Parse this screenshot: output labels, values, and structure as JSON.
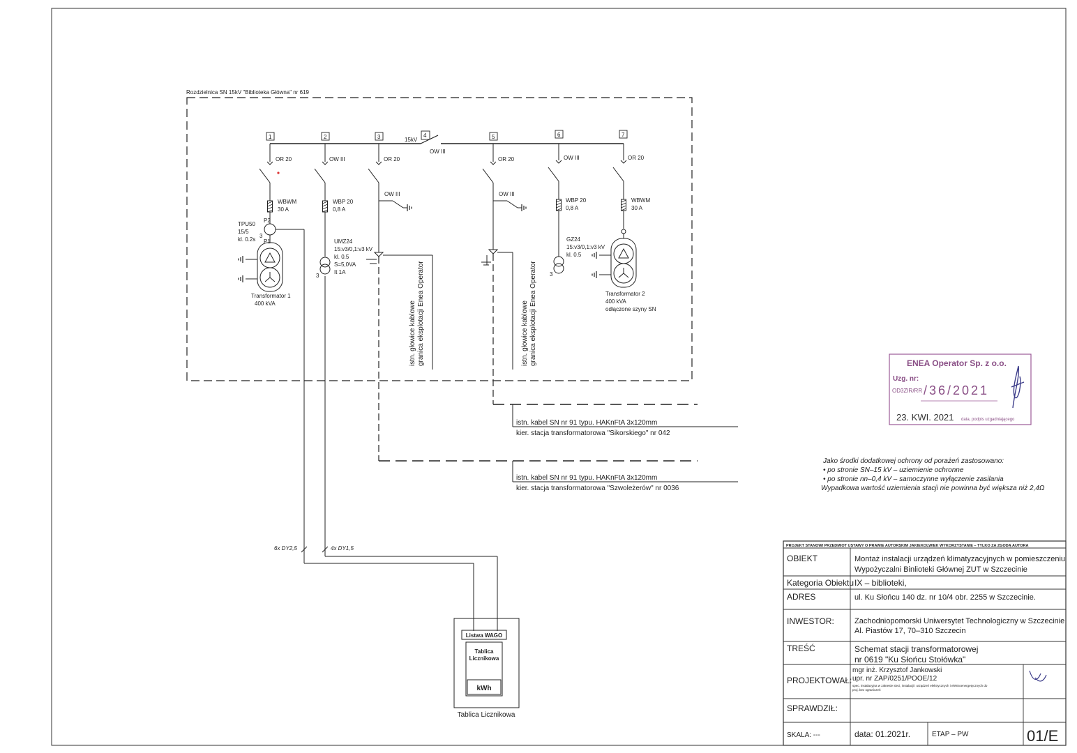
{
  "switchgear": {
    "title": "Rozdzielnica SN 15kV \"Biblioteka Główna\" nr 619",
    "busbar_voltage": "15kV",
    "bus_coupler": {
      "number": "4",
      "label": "OW III"
    },
    "feeders": [
      {
        "number": "1",
        "top_device": "OR 20",
        "fuse_type": "WBWM",
        "fuse_rating": "30 A"
      },
      {
        "number": "2",
        "top_device": "OW III",
        "fuse_type": "WBP 20",
        "fuse_rating": "0,8 A"
      },
      {
        "number": "3",
        "top_device": "OR 20",
        "earthing_switch": "OW III"
      },
      {
        "number": "5",
        "top_device": "OR 20",
        "earthing_switch": "OW III"
      },
      {
        "number": "6",
        "top_device": "OW III",
        "fuse_type": "WBP 20",
        "fuse_rating": "0,8 A"
      },
      {
        "number": "7",
        "top_device": "OR 20",
        "fuse_type": "WBWM",
        "fuse_rating": "30 A"
      }
    ],
    "ct": {
      "type": "TPU50",
      "ratio": "15/5",
      "class": "kl. 0.2s",
      "p2": "P2",
      "p1": "P1",
      "qty": "3"
    },
    "vt_umz": {
      "type": "UMZ24",
      "ratio": "15:v3/0,1:v3 kV",
      "class": "kl. 0.5",
      "power": "S=5,0VA",
      "current": "It 1A",
      "qty": "3"
    },
    "vt_gz": {
      "type": "GZ24",
      "ratio": "15:v3/0,1:v3 kV",
      "class": "kl. 0.5",
      "qty": "3"
    },
    "transformer1": {
      "name": "Transformator 1",
      "power": "400 kVA"
    },
    "transformer2": {
      "name": "Transformator 2",
      "power": "400 kVA",
      "note": "odłączone szyny SN"
    },
    "cable_head_note": [
      "istn. głowice kablowe",
      "granica eksplotacji Enea Operator"
    ]
  },
  "cables": [
    {
      "line1": "istn. kabel SN nr 91 typu. HAKnFtA 3x120mm",
      "line2": "kier. stacja transformatorowa \"Sikorskiego\" nr 042"
    },
    {
      "line1": "istn. kabel SN nr 91 typu. HAKnFtA 3x120mm",
      "line2": "kier. stacja transformatorowa \"Szwoleżerów\" nr 0036"
    }
  ],
  "wiring": {
    "wire1": "6x DY2,5",
    "wire2": "4x DY1,5"
  },
  "meter_panel": {
    "strip": "Listwa WAGO",
    "panel_line1": "Tablica",
    "panel_line2": "Licznikowa",
    "meter": "kWh",
    "caption": "Tablica Licznikowa"
  },
  "stamp": {
    "company": "ENEA Operator Sp. z o.o.",
    "uzg_label": "Uzg. nr:",
    "uzg_code": "OD3ZIR/RR",
    "number": "/36/2021",
    "date": "23. KWI. 2021",
    "footer": "data, podpis uzgadniającego"
  },
  "protection_notes": [
    "Jako środki dodatkowej ochrony od porażeń zastosowano:",
    "• po stronie SN–15 kV – uziemienie ochronne",
    "• po stronie nn–0,4 kV – samoczynne wyłączenie zasilania",
    "Wypadkowa wartość uziemienia stacji nie powinna być większa niż 2,4Ω"
  ],
  "title_block": {
    "header": "PROJEKT STANOWI PRZEDMIOT USTAWY O PRAWIE AUTORSKIM JAKIEKOLWIEK WYKORZYSTANIE – TYLKO ZA ZGODĄ AUTORA",
    "obiekt_label": "OBIEKT",
    "obiekt_value_1": "Montaż instalacji urządzeń klimatyzacyjnych w pomieszczeniu",
    "obiekt_value_2": "Wypożyczalni Binlioteki Głównej ZUT w Szczecinie",
    "kategoria_label": "Kategoria Obiektu",
    "kategoria_value": "IX – biblioteki,",
    "adres_label": "ADRES",
    "adres_value": "ul. Ku Słońcu 140 dz. nr 10/4 obr. 2255 w Szczecinie.",
    "inwestor_label": "INWESTOR:",
    "inwestor_value_1": "Zachodniopomorski Uniwersytet Technologiczny w Szczecinie",
    "inwestor_value_2": "Al. Piastów 17, 70–310 Szczecin",
    "tresc_label": "TREŚĆ",
    "tresc_value_1": "Schemat stacji transformatorowej",
    "tresc_value_2": "nr 0619 \"Ku Słońcu Stołówka\"",
    "projektowal_label": "PROJEKTOWAŁ:",
    "projektowal_name": "mgr inż. Krzysztof Jankowski",
    "projektowal_upr": "upr. nr ZAP/0251/POOE/12",
    "projektowal_spec_1": "spec. instalacyjna w zakresie sieci, instalacji i urządzeń elektrycznych i elektroenergetycznych do",
    "projektowal_spec_2": "proj. bez ograniczeń",
    "sprawdzil_label": "SPRAWDZIŁ:",
    "skala_label": "SKALA: ---",
    "data_value": "data: 01.2021r.",
    "etap_value": "ETAP – PW",
    "sheet_number": "01/E"
  }
}
